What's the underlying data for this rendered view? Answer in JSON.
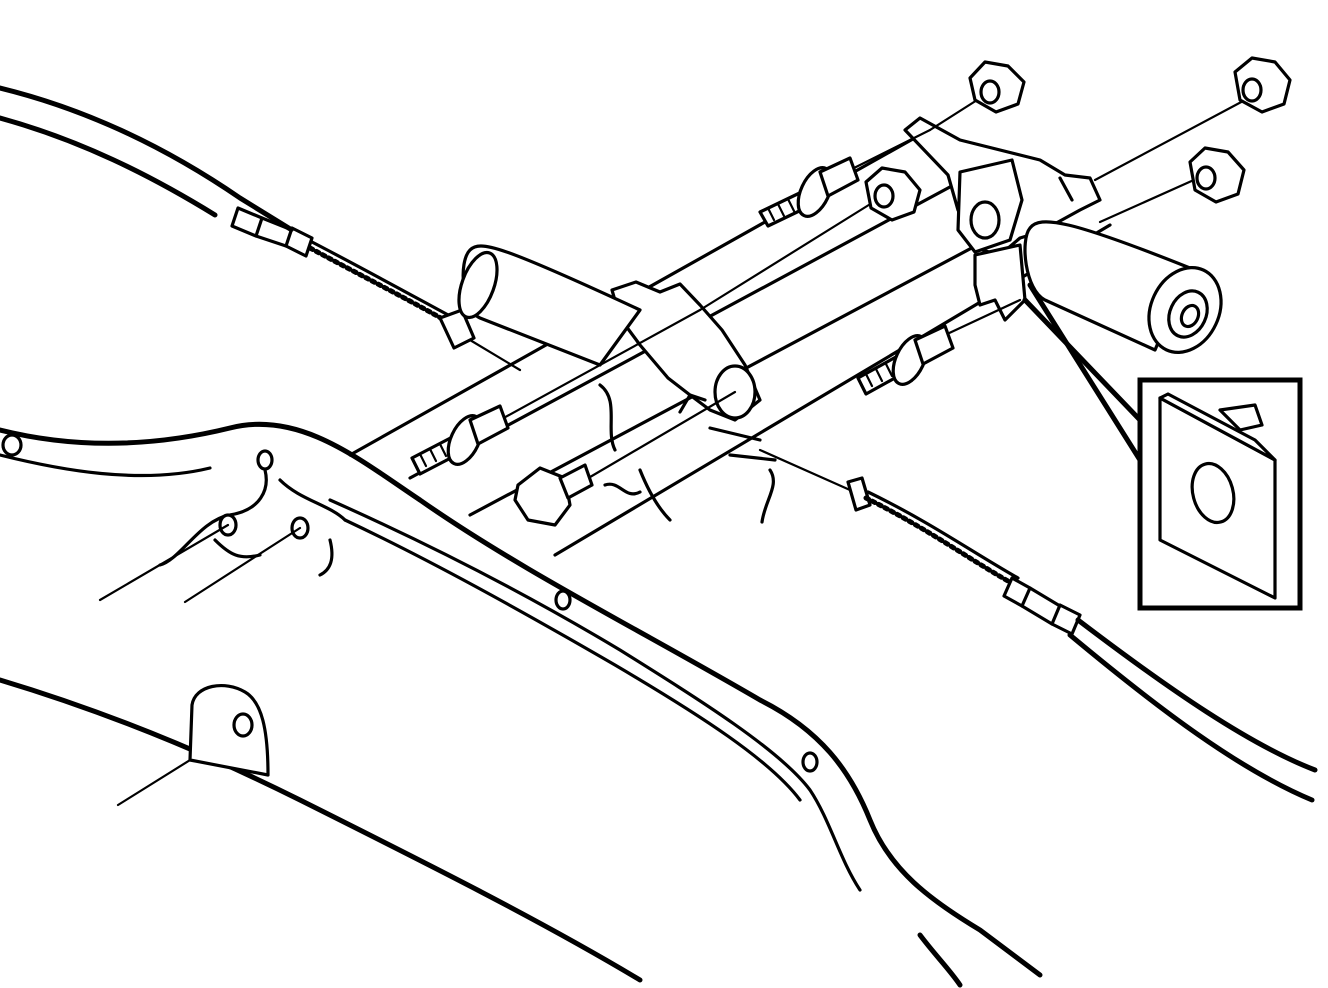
{
  "diagram": {
    "type": "exploded-view line drawing",
    "colors": {
      "line": "#000000",
      "background": "#ffffff"
    },
    "parts": [
      "frame-rail-left",
      "frame-rail-right",
      "crossmember",
      "lower-frame-rail",
      "cable-left",
      "cable-right",
      "equalizer-bracket",
      "cylinder-actuator",
      "nut-1",
      "nut-2",
      "nut-3",
      "nut-4",
      "bolt-1",
      "bolt-2",
      "bolt-3",
      "bolt-4",
      "detail-inset-washer-plate"
    ]
  }
}
